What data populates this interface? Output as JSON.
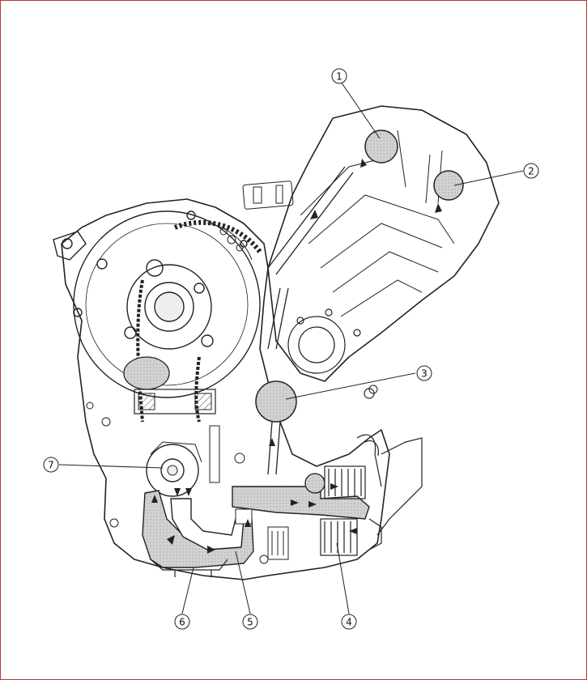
{
  "diagram": {
    "callouts": [
      {
        "id": "callout-1",
        "label": "1"
      },
      {
        "id": "callout-2",
        "label": "2"
      },
      {
        "id": "callout-3",
        "label": "3"
      },
      {
        "id": "callout-4",
        "label": "4"
      },
      {
        "id": "callout-5",
        "label": "5"
      },
      {
        "id": "callout-6",
        "label": "6"
      },
      {
        "id": "callout-7",
        "label": "7"
      }
    ],
    "colors": {
      "border": "#b03a3a",
      "line": "#222222",
      "oil_path": "#c8c8c8"
    }
  }
}
